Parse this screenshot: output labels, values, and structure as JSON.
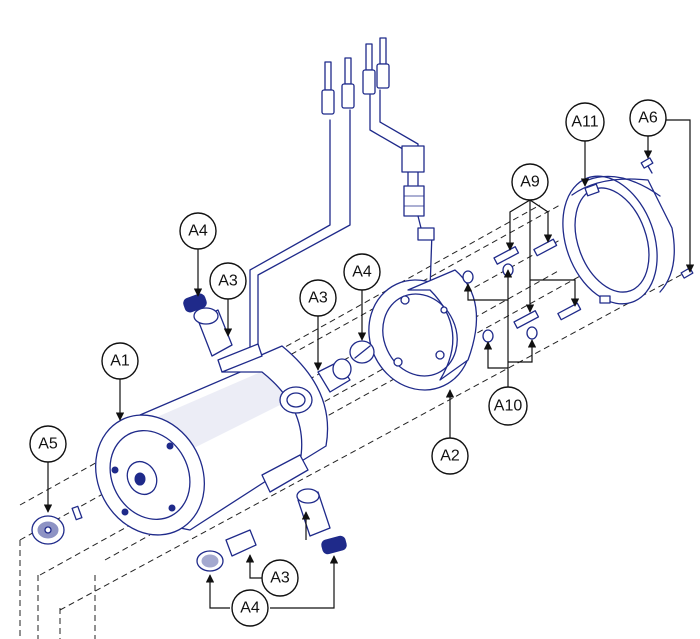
{
  "callouts": [
    {
      "id": "a1",
      "label": "A1"
    },
    {
      "id": "a2",
      "label": "A2"
    },
    {
      "id": "a3-top",
      "label": "A3"
    },
    {
      "id": "a3-mid",
      "label": "A3"
    },
    {
      "id": "a3-bottom",
      "label": "A3"
    },
    {
      "id": "a4-top",
      "label": "A4"
    },
    {
      "id": "a4-mid",
      "label": "A4"
    },
    {
      "id": "a4-bottom",
      "label": "A4"
    },
    {
      "id": "a5",
      "label": "A5"
    },
    {
      "id": "a6",
      "label": "A6"
    },
    {
      "id": "a9",
      "label": "A9"
    },
    {
      "id": "a10",
      "label": "A10"
    },
    {
      "id": "a11",
      "label": "A11"
    }
  ],
  "colors": {
    "line_art": "#1f2a8a",
    "callout": "#111111",
    "background": "#ffffff"
  }
}
